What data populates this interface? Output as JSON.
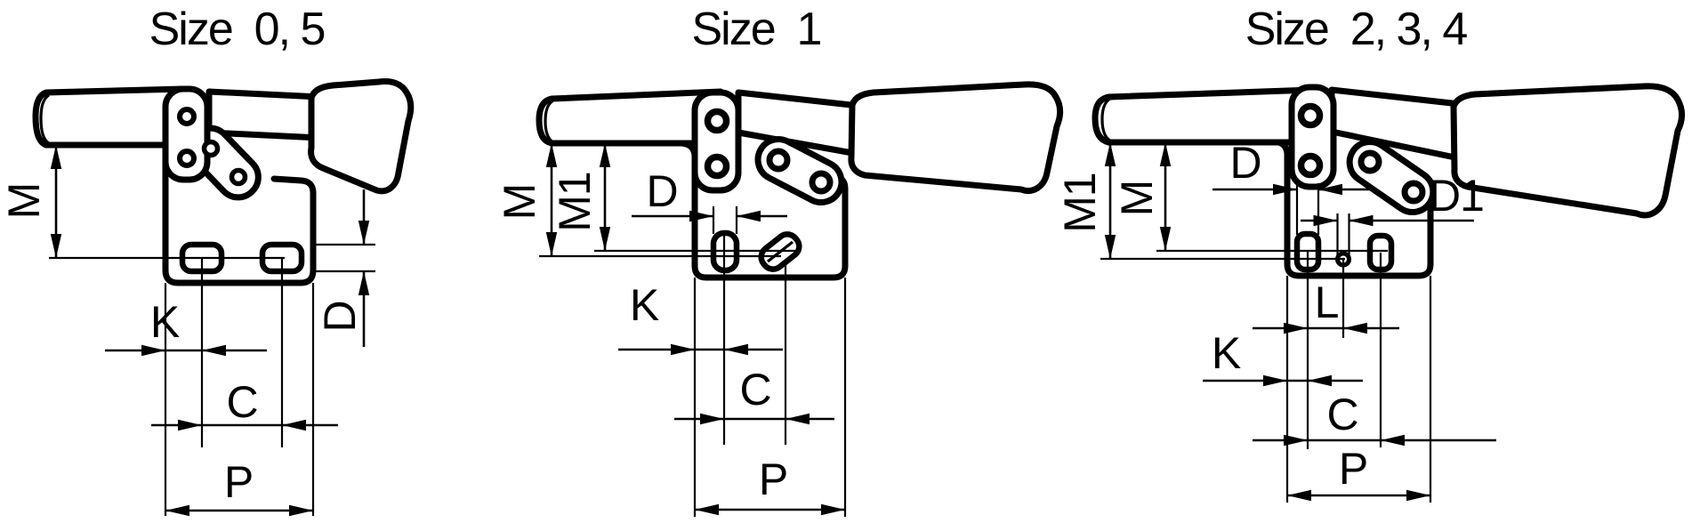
{
  "colors": {
    "background": "#ffffff",
    "ink": "#000000"
  },
  "figures": [
    {
      "id": "size-0-5",
      "title": "Size  0, 5",
      "dims": {
        "M": "M",
        "D": "D",
        "K": "K",
        "C": "C",
        "P": "P"
      }
    },
    {
      "id": "size-1",
      "title": "Size  1",
      "dims": {
        "M": "M",
        "M1": "M1",
        "D": "D",
        "K": "K",
        "C": "C",
        "P": "P"
      }
    },
    {
      "id": "size-2-3-4",
      "title": "Size  2, 3, 4",
      "dims": {
        "M1": "M1",
        "M": "M",
        "D": "D",
        "D1": "D1",
        "L": "L",
        "K": "K",
        "C": "C",
        "P": "P"
      }
    }
  ]
}
